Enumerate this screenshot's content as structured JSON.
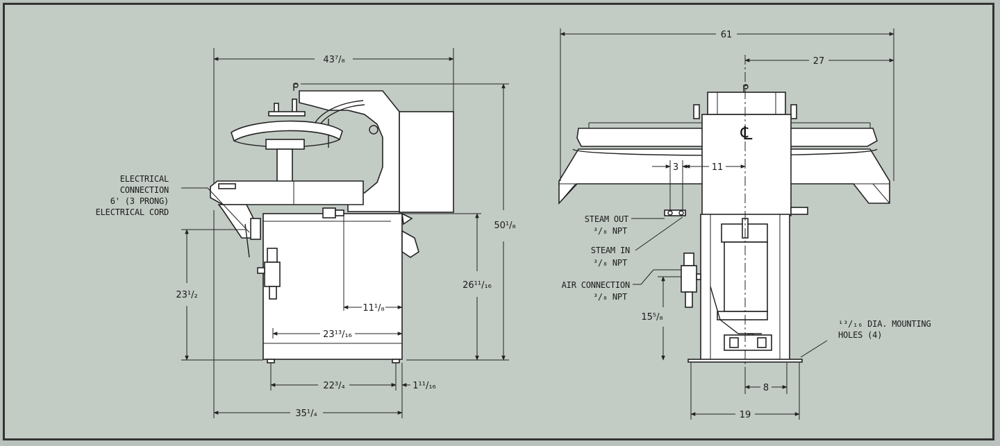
{
  "side_view": {
    "dim_overall_width": "43⁷/₈",
    "dim_overall_height": "50¹/₈",
    "dim_table_height": "26¹¹/₁₆",
    "dim_base_height": "23¹/₂",
    "dim_inner_1": "11¹/₈",
    "dim_inner_2": "23¹³/₁₆",
    "dim_feet_spacing": "22³/₄",
    "dim_foot_offset": "1¹¹/₁₆",
    "dim_base_width": "35¹/₄",
    "electrical_label": [
      "ELECTRICAL",
      "CONNECTION",
      "6' (3 PRONG)",
      "ELECTRICAL CORD"
    ]
  },
  "front_view": {
    "dim_overall_width": "61",
    "dim_center_to_edge": "27",
    "dim_steam_spacing": "3",
    "dim_steam_to_center": "11",
    "dim_air_height": "15⁵/₈",
    "dim_mount_offset": "8",
    "dim_mount_width": "19",
    "centerline_symbol": "℄",
    "steam_out_label": [
      "STEAM OUT",
      "³/₈ NPT"
    ],
    "steam_in_label": [
      "STEAM IN",
      "³/₈ NPT"
    ],
    "air_label": [
      "AIR CONNECTION",
      "³/₈ NPT"
    ],
    "mounting_label": [
      "¹³/₁₆ DIA. MOUNTING",
      "HOLES (4)"
    ]
  }
}
